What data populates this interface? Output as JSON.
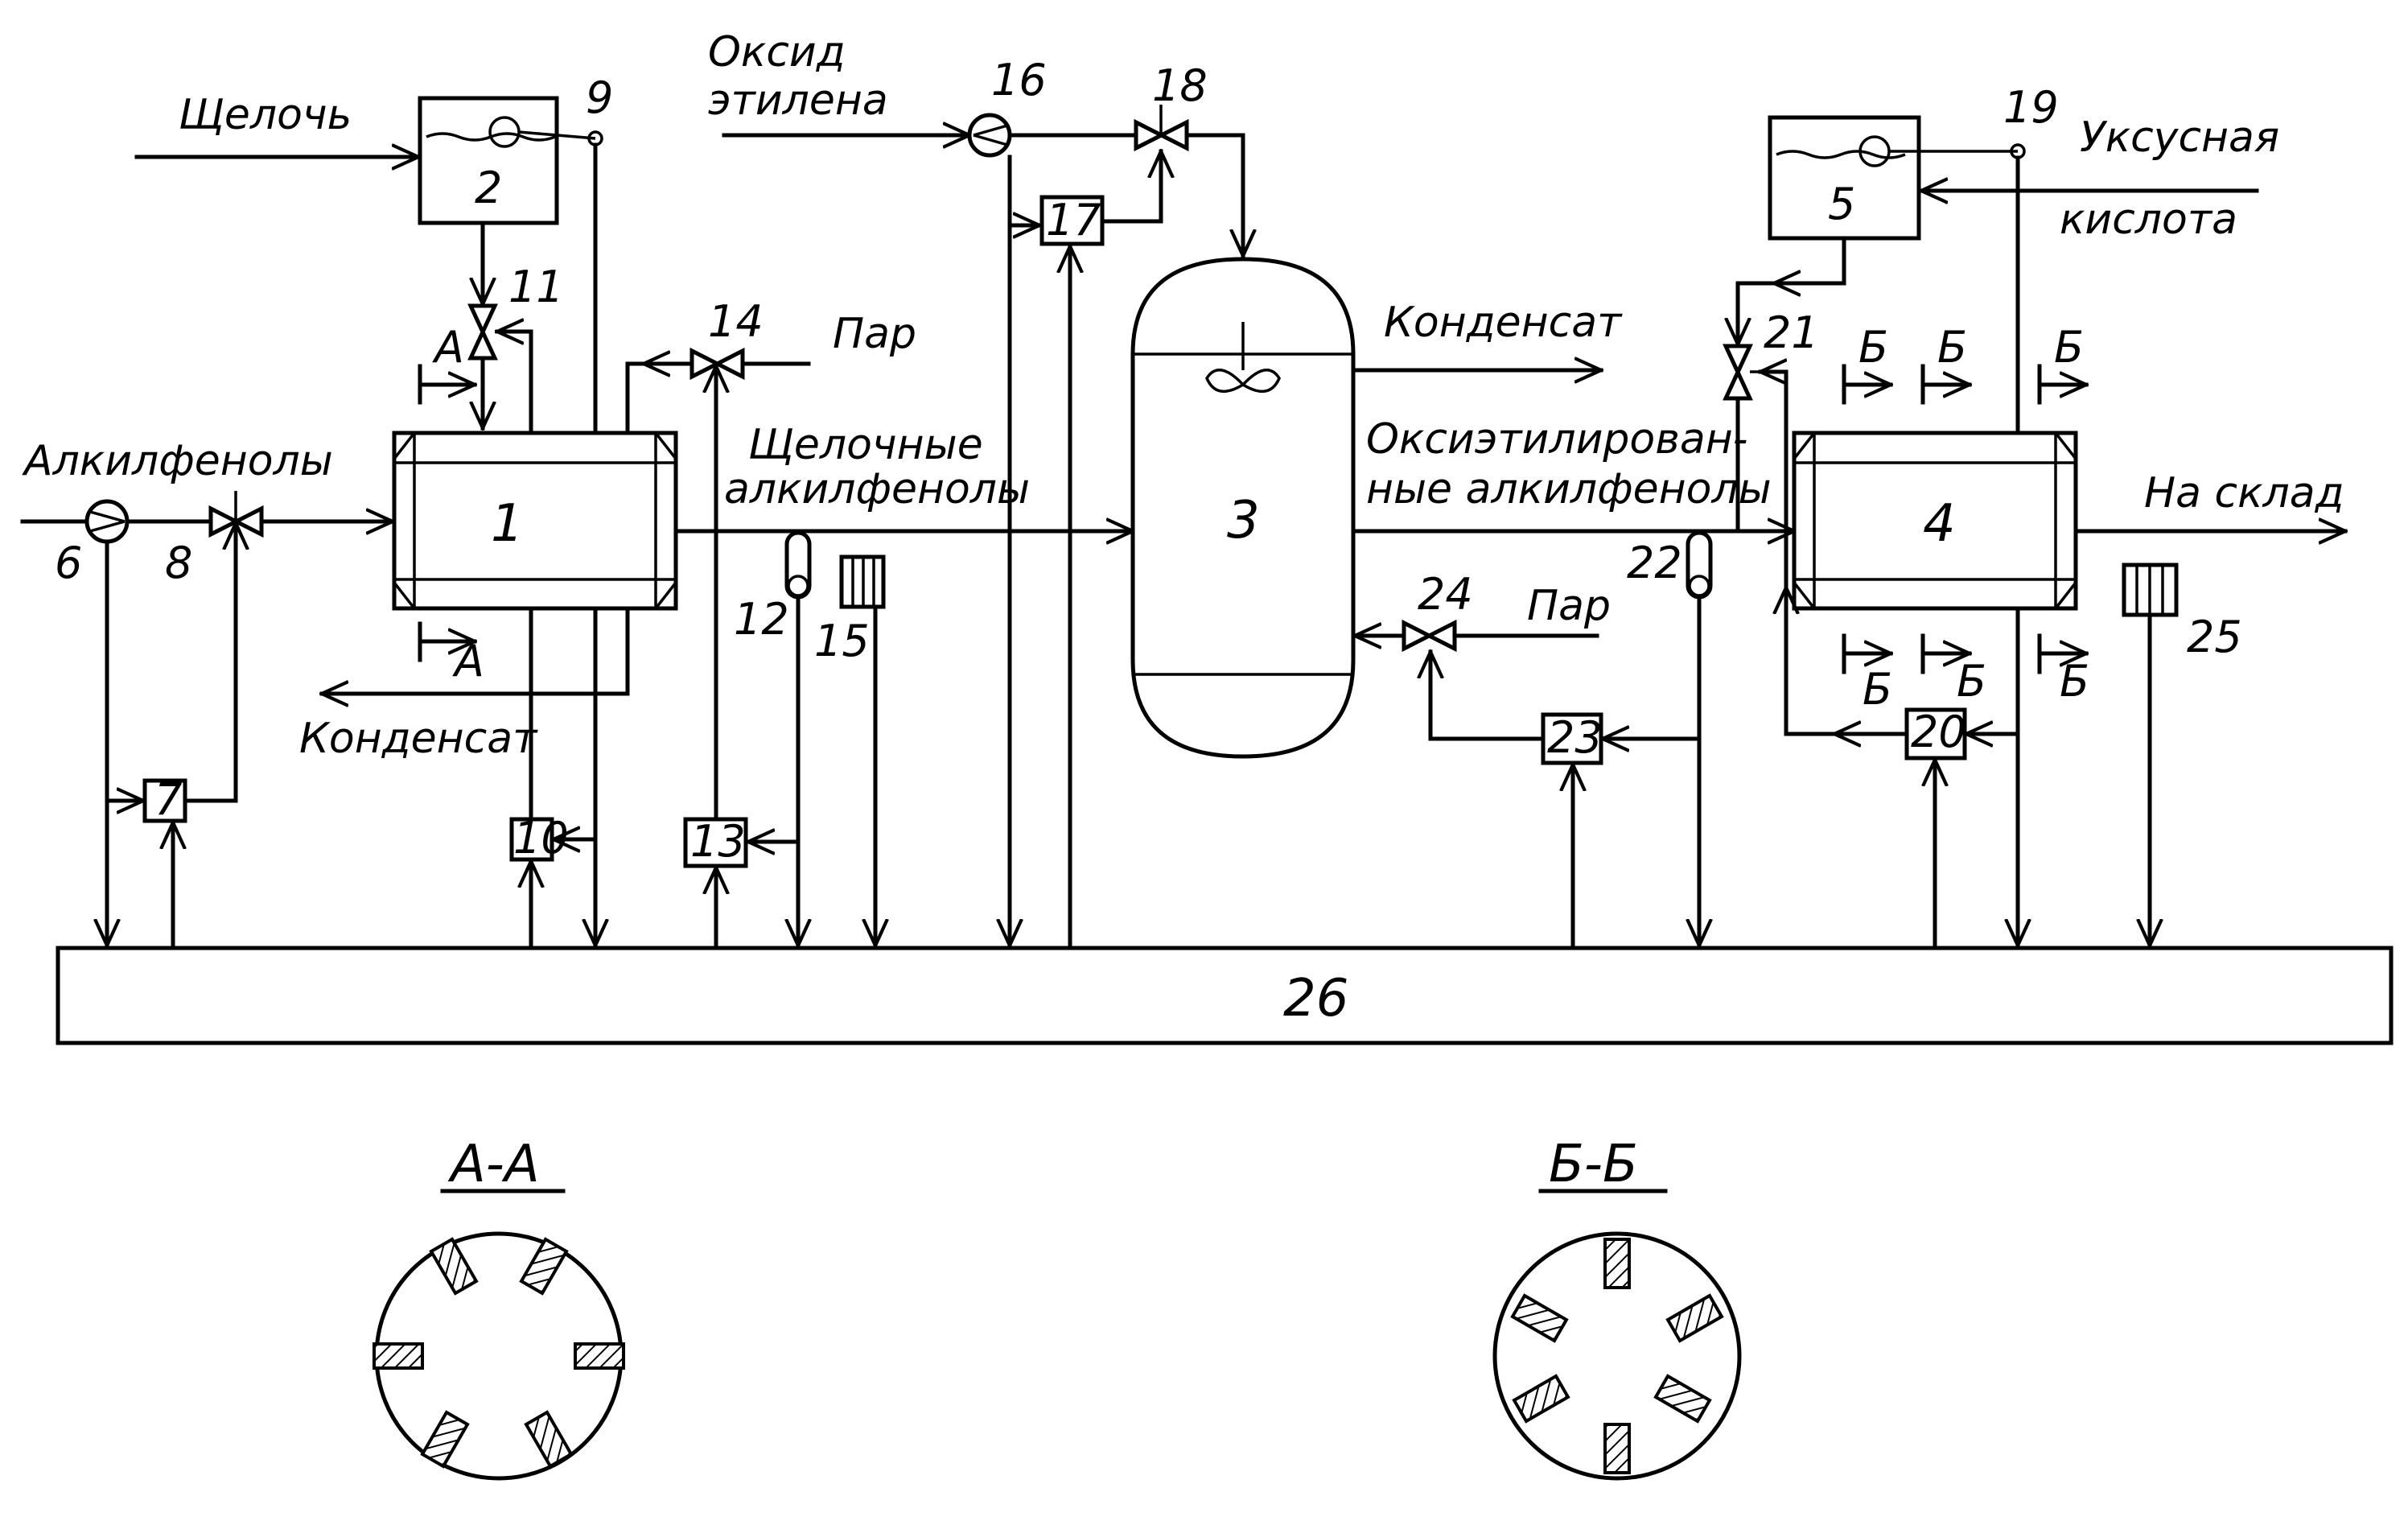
{
  "streams": {
    "alkali": "Щелочь",
    "alkylphenols": "Алкилфенолы",
    "ethylene_oxide_line1": "Оксид",
    "ethylene_oxide_line2": "этилена",
    "steam_1": "Пар",
    "steam_2": "Пар",
    "alkaline_alkylphenols_line1": "Щелочные",
    "alkaline_alkylphenols_line2": "алкилфенолы",
    "condensate_1": "Конденсат",
    "condensate_2": "Конденсат",
    "oxyethylated_line1": "Оксиэтилирован-",
    "oxyethylated_line2": "ные алкилфенолы",
    "acetic_acid_line1": "Уксусная",
    "acetic_acid_line2": "кислота",
    "to_storage": "На склад"
  },
  "equipment": {
    "n1": "1",
    "n2": "2",
    "n3": "3",
    "n4": "4",
    "n5": "5",
    "n6": "6",
    "n7": "7",
    "n8": "8",
    "n9": "9",
    "n10": "10",
    "n11": "11",
    "n12": "12",
    "n13": "13",
    "n14": "14",
    "n15": "15",
    "n16": "16",
    "n17": "17",
    "n18": "18",
    "n19": "19",
    "n20": "20",
    "n21": "21",
    "n22": "22",
    "n23": "23",
    "n24": "24",
    "n25": "25",
    "n26": "26"
  },
  "sections": {
    "a_mark": "А",
    "b_mark": "Б",
    "a_title": "А-А",
    "b_title": "Б-Б"
  }
}
